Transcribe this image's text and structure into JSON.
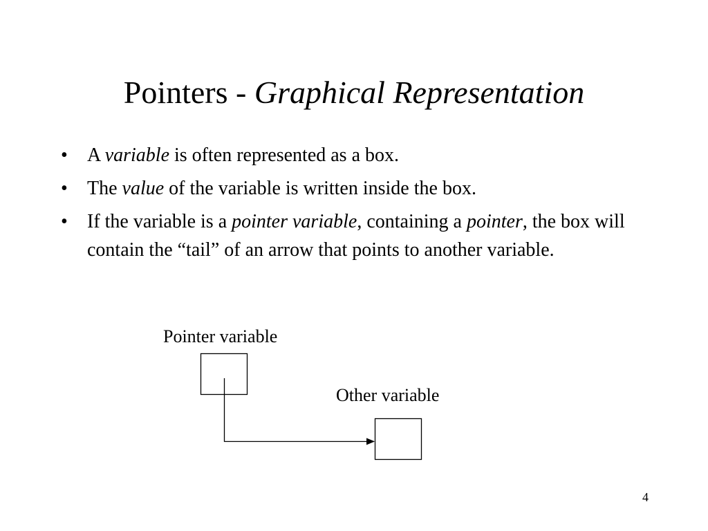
{
  "title": {
    "main": "Pointers - ",
    "italic": "Graphical Representation"
  },
  "bullets": [
    {
      "marker": "•",
      "pre": "A ",
      "em": "variable",
      "post": " is often represented as a box."
    },
    {
      "marker": "•",
      "pre": "The ",
      "em": "value",
      "post": " of the variable is written inside the box."
    },
    {
      "marker": "•",
      "pre": "If the variable is a ",
      "em": "pointer variable",
      "mid": ", containing a ",
      "em2": "pointer",
      "post": ", the box will contain the “tail” of an arrow that points to another variable."
    }
  ],
  "diagram": {
    "pointer_label": "Pointer variable",
    "other_label": "Other variable"
  },
  "page_number": "4"
}
